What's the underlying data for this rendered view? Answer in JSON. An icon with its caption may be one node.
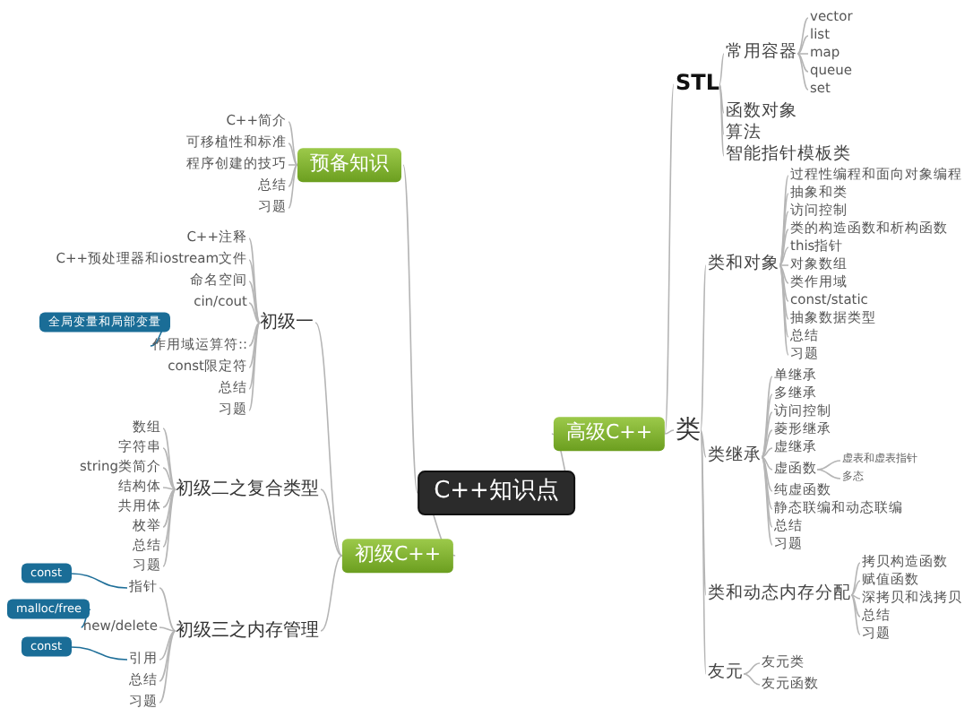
{
  "diagram": {
    "nodes": [
      {
        "text": [
          "C++知识点"
        ]
      },
      {
        "text": [
          "预备知识"
        ]
      },
      {
        "text": [
          "C++简介"
        ]
      },
      {
        "text": [
          "可移植性和标准"
        ]
      },
      {
        "text": [
          "程序创建的技巧"
        ]
      },
      {
        "text": [
          "总结"
        ]
      },
      {
        "text": [
          "习题"
        ]
      },
      {
        "text": [
          "初级C++"
        ]
      },
      {
        "text": [
          "初级一"
        ]
      },
      {
        "text": [
          "C++注释"
        ]
      },
      {
        "text": [
          "C++预处理器和iostream文件"
        ]
      },
      {
        "text": [
          "命名空间"
        ]
      },
      {
        "text": [
          "cin/cout"
        ]
      },
      {
        "text": [
          "作用域运算符::"
        ]
      },
      {
        "text": [
          "全局变量和局部变量"
        ]
      },
      {
        "text": [
          "const限定符"
        ]
      },
      {
        "text": [
          "总结"
        ]
      },
      {
        "text": [
          "习题"
        ]
      },
      {
        "text": [
          "初级二之复合类型"
        ]
      },
      {
        "text": [
          "数组"
        ]
      },
      {
        "text": [
          "字符串"
        ]
      },
      {
        "text": [
          "string类简介"
        ]
      },
      {
        "text": [
          "结构体"
        ]
      },
      {
        "text": [
          "共用体"
        ]
      },
      {
        "text": [
          "枚举"
        ]
      },
      {
        "text": [
          "总结"
        ]
      },
      {
        "text": [
          "习题"
        ]
      },
      {
        "text": [
          "初级三之内存管理"
        ]
      },
      {
        "text": [
          "指针"
        ]
      },
      {
        "text": [
          "const"
        ]
      },
      {
        "text": [
          "new/delete"
        ]
      },
      {
        "text": [
          "malloc/free"
        ]
      },
      {
        "text": [
          "引用"
        ]
      },
      {
        "text": [
          "const"
        ]
      },
      {
        "text": [
          "总结"
        ]
      },
      {
        "text": [
          "习题"
        ]
      },
      {
        "text": [
          "高级C++"
        ]
      },
      {
        "text": [
          "STL"
        ]
      },
      {
        "text": [
          "常用容器"
        ]
      },
      {
        "text": [
          "vector"
        ]
      },
      {
        "text": [
          "list"
        ]
      },
      {
        "text": [
          "map"
        ]
      },
      {
        "text": [
          "queue"
        ]
      },
      {
        "text": [
          "set"
        ]
      },
      {
        "text": [
          "函数对象"
        ]
      },
      {
        "text": [
          "算法"
        ]
      },
      {
        "text": [
          "智能指针模板类"
        ]
      },
      {
        "text": [
          "类"
        ]
      },
      {
        "text": [
          "类和对象"
        ]
      },
      {
        "text": [
          "过程性编程和面向对象编程"
        ]
      },
      {
        "text": [
          "抽象和类"
        ]
      },
      {
        "text": [
          "访问控制"
        ]
      },
      {
        "text": [
          "类的构造函数和析构函数"
        ]
      },
      {
        "text": [
          "this指针"
        ]
      },
      {
        "text": [
          "对象数组"
        ]
      },
      {
        "text": [
          "类作用域"
        ]
      },
      {
        "text": [
          "const/static"
        ]
      },
      {
        "text": [
          "抽象数据类型"
        ]
      },
      {
        "text": [
          "总结"
        ]
      },
      {
        "text": [
          "习题"
        ]
      },
      {
        "text": [
          "类继承"
        ]
      },
      {
        "text": [
          "单继承"
        ]
      },
      {
        "text": [
          "多继承"
        ]
      },
      {
        "text": [
          "访问控制"
        ]
      },
      {
        "text": [
          "菱形继承"
        ]
      },
      {
        "text": [
          "虚继承"
        ]
      },
      {
        "text": [
          "虚函数"
        ]
      },
      {
        "text": [
          "虚表和虚表指针"
        ]
      },
      {
        "text": [
          "多态"
        ]
      },
      {
        "text": [
          "纯虚函数"
        ]
      },
      {
        "text": [
          "静态联编和动态联编"
        ]
      },
      {
        "text": [
          "总结"
        ]
      },
      {
        "text": [
          "习题"
        ]
      },
      {
        "text": [
          "类和动态内存分配"
        ]
      },
      {
        "text": [
          "拷贝构造函数"
        ]
      },
      {
        "text": [
          "赋值函数"
        ]
      },
      {
        "text": [
          "深拷贝和浅拷贝"
        ]
      },
      {
        "text": [
          "总结"
        ]
      },
      {
        "text": [
          "习题"
        ]
      },
      {
        "text": [
          "友元"
        ]
      },
      {
        "text": [
          "友元类"
        ]
      },
      {
        "text": [
          "友元函数"
        ]
      }
    ],
    "edges": [
      {
        "from": 0,
        "to": 1,
        "arrow": "none"
      },
      {
        "from": 0,
        "to": 7,
        "arrow": "none"
      },
      {
        "from": 0,
        "to": 36,
        "arrow": "none"
      },
      {
        "from": 1,
        "to": 2,
        "arrow": "none"
      },
      {
        "from": 1,
        "to": 3,
        "arrow": "none"
      },
      {
        "from": 1,
        "to": 4,
        "arrow": "none"
      },
      {
        "from": 1,
        "to": 5,
        "arrow": "none"
      },
      {
        "from": 1,
        "to": 6,
        "arrow": "none"
      },
      {
        "from": 7,
        "to": 8,
        "arrow": "none"
      },
      {
        "from": 7,
        "to": 18,
        "arrow": "none"
      },
      {
        "from": 7,
        "to": 27,
        "arrow": "none"
      },
      {
        "from": 8,
        "to": 9,
        "arrow": "none"
      },
      {
        "from": 8,
        "to": 10,
        "arrow": "none"
      },
      {
        "from": 8,
        "to": 11,
        "arrow": "none"
      },
      {
        "from": 8,
        "to": 12,
        "arrow": "none"
      },
      {
        "from": 8,
        "to": 13,
        "arrow": "none"
      },
      {
        "from": 14,
        "to": 13,
        "arrow": "none",
        "color": "#1f6f99"
      },
      {
        "from": 8,
        "to": 15,
        "arrow": "none"
      },
      {
        "from": 8,
        "to": 16,
        "arrow": "none"
      },
      {
        "from": 8,
        "to": 17,
        "arrow": "none"
      },
      {
        "from": 18,
        "to": 19,
        "arrow": "none"
      },
      {
        "from": 18,
        "to": 20,
        "arrow": "none"
      },
      {
        "from": 18,
        "to": 21,
        "arrow": "none"
      },
      {
        "from": 18,
        "to": 22,
        "arrow": "none"
      },
      {
        "from": 18,
        "to": 23,
        "arrow": "none"
      },
      {
        "from": 18,
        "to": 24,
        "arrow": "none"
      },
      {
        "from": 18,
        "to": 25,
        "arrow": "none"
      },
      {
        "from": 18,
        "to": 26,
        "arrow": "none"
      },
      {
        "from": 27,
        "to": 28,
        "arrow": "none"
      },
      {
        "from": 29,
        "to": 28,
        "arrow": "none",
        "color": "#1f6f99"
      },
      {
        "from": 27,
        "to": 30,
        "arrow": "none"
      },
      {
        "from": 31,
        "to": 30,
        "arrow": "none",
        "color": "#1f6f99"
      },
      {
        "from": 27,
        "to": 32,
        "arrow": "none"
      },
      {
        "from": 33,
        "to": 32,
        "arrow": "none",
        "color": "#1f6f99"
      },
      {
        "from": 27,
        "to": 34,
        "arrow": "none"
      },
      {
        "from": 27,
        "to": 35,
        "arrow": "none"
      },
      {
        "from": 36,
        "to": 37,
        "arrow": "none"
      },
      {
        "from": 36,
        "to": 47,
        "arrow": "none"
      },
      {
        "from": 37,
        "to": 38,
        "arrow": "none"
      },
      {
        "from": 38,
        "to": 39,
        "arrow": "none"
      },
      {
        "from": 38,
        "to": 40,
        "arrow": "none"
      },
      {
        "from": 38,
        "to": 41,
        "arrow": "none"
      },
      {
        "from": 38,
        "to": 42,
        "arrow": "none"
      },
      {
        "from": 38,
        "to": 43,
        "arrow": "none"
      },
      {
        "from": 37,
        "to": 44,
        "arrow": "none"
      },
      {
        "from": 37,
        "to": 45,
        "arrow": "none"
      },
      {
        "from": 37,
        "to": 46,
        "arrow": "none"
      },
      {
        "from": 47,
        "to": 48,
        "arrow": "none"
      },
      {
        "from": 48,
        "to": 49,
        "arrow": "none"
      },
      {
        "from": 48,
        "to": 50,
        "arrow": "none"
      },
      {
        "from": 48,
        "to": 51,
        "arrow": "none"
      },
      {
        "from": 48,
        "to": 52,
        "arrow": "none"
      },
      {
        "from": 48,
        "to": 53,
        "arrow": "none"
      },
      {
        "from": 48,
        "to": 54,
        "arrow": "none"
      },
      {
        "from": 48,
        "to": 55,
        "arrow": "none"
      },
      {
        "from": 48,
        "to": 56,
        "arrow": "none"
      },
      {
        "from": 48,
        "to": 57,
        "arrow": "none"
      },
      {
        "from": 48,
        "to": 58,
        "arrow": "none"
      },
      {
        "from": 48,
        "to": 59,
        "arrow": "none"
      },
      {
        "from": 47,
        "to": 60,
        "arrow": "none"
      },
      {
        "from": 60,
        "to": 61,
        "arrow": "none"
      },
      {
        "from": 60,
        "to": 62,
        "arrow": "none"
      },
      {
        "from": 60,
        "to": 63,
        "arrow": "none"
      },
      {
        "from": 60,
        "to": 64,
        "arrow": "none"
      },
      {
        "from": 60,
        "to": 65,
        "arrow": "none"
      },
      {
        "from": 60,
        "to": 66,
        "arrow": "none"
      },
      {
        "from": 66,
        "to": 67,
        "arrow": "none"
      },
      {
        "from": 66,
        "to": 68,
        "arrow": "none"
      },
      {
        "from": 60,
        "to": 69,
        "arrow": "none"
      },
      {
        "from": 60,
        "to": 70,
        "arrow": "none"
      },
      {
        "from": 60,
        "to": 71,
        "arrow": "none"
      },
      {
        "from": 60,
        "to": 72,
        "arrow": "none"
      },
      {
        "from": 47,
        "to": 73,
        "arrow": "none"
      },
      {
        "from": 73,
        "to": 74,
        "arrow": "none"
      },
      {
        "from": 73,
        "to": 75,
        "arrow": "none"
      },
      {
        "from": 73,
        "to": 76,
        "arrow": "none"
      },
      {
        "from": 73,
        "to": 77,
        "arrow": "none"
      },
      {
        "from": 73,
        "to": 78,
        "arrow": "none"
      },
      {
        "from": 47,
        "to": 79,
        "arrow": "none"
      },
      {
        "from": 79,
        "to": 80,
        "arrow": "none"
      },
      {
        "from": 79,
        "to": 81,
        "arrow": "none"
      }
    ]
  }
}
